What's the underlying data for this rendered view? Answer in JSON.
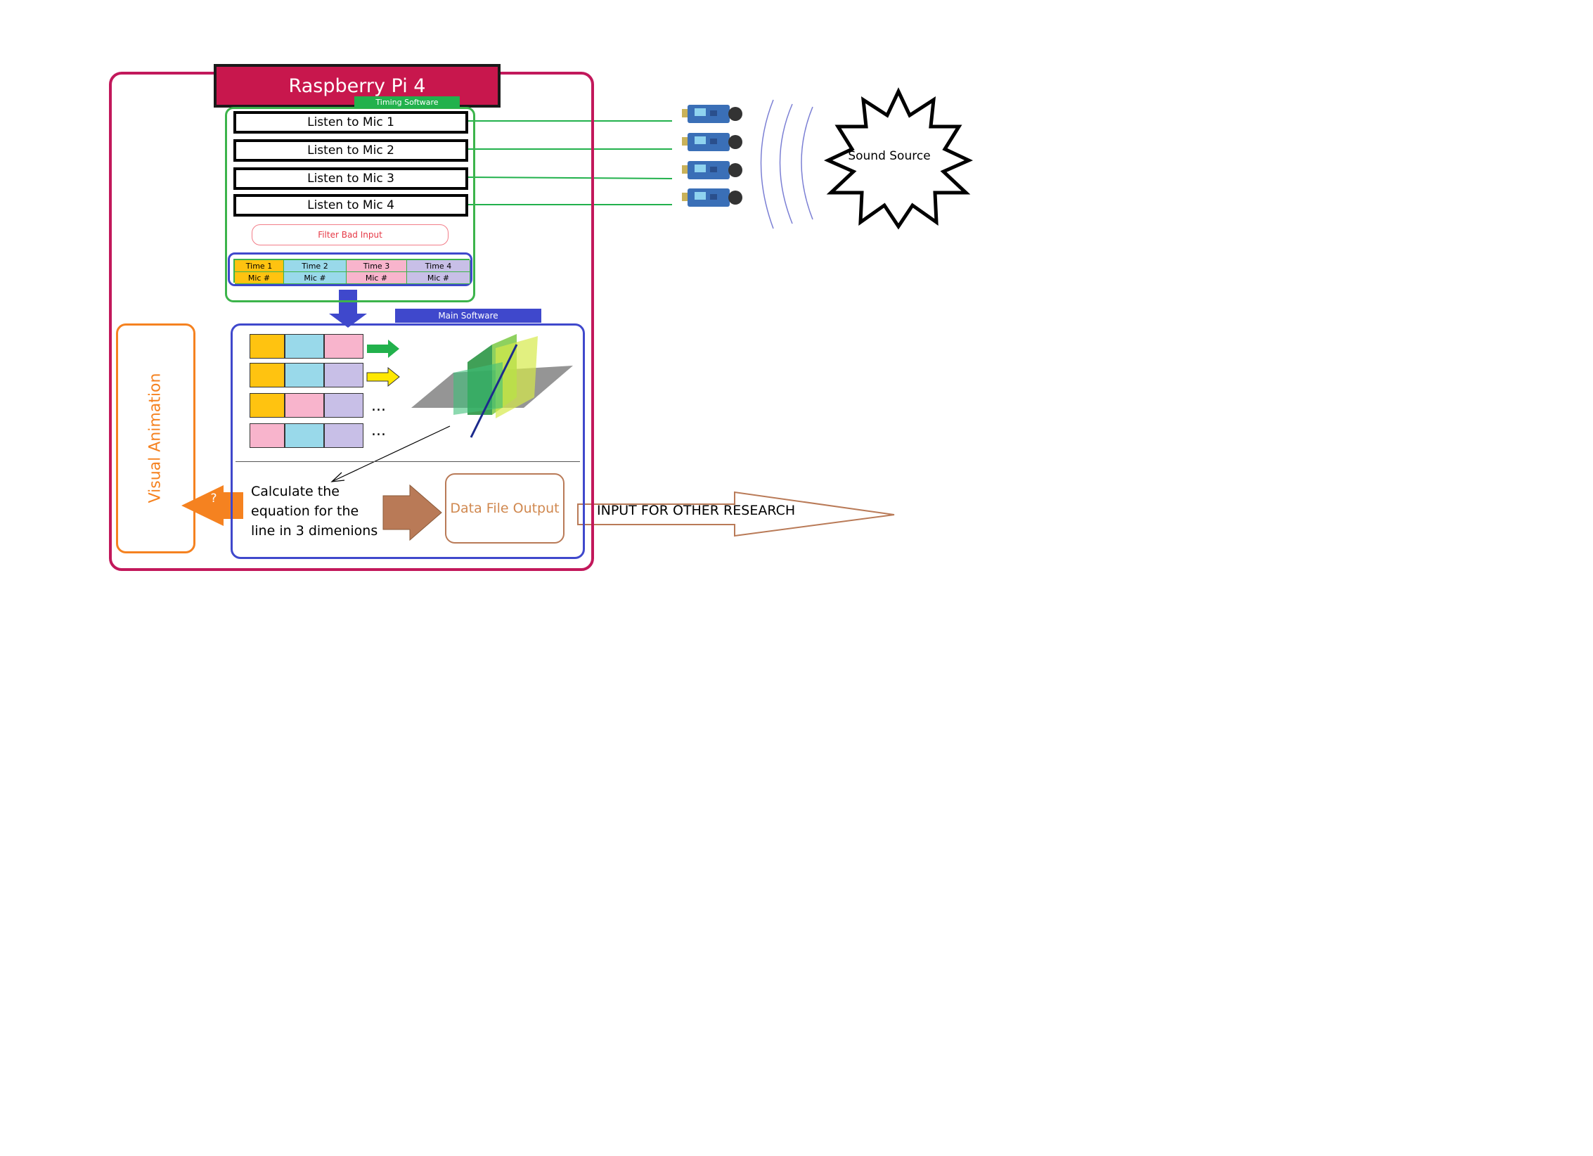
{
  "pi": {
    "title": "Raspberry Pi 4"
  },
  "timing": {
    "label": "Timing Software",
    "mics": [
      "Listen to Mic 1",
      "Listen to Mic 2",
      "Listen to Mic 3",
      "Listen to Mic 4"
    ],
    "filter": "Filter Bad Input",
    "table": {
      "times": [
        "Time 1",
        "Time 2",
        "Time 3",
        "Time 4"
      ],
      "mics": [
        "Mic #",
        "Mic #",
        "Mic #",
        "Mic #"
      ],
      "colors": [
        "#ffc310",
        "#99d9ea",
        "#f8b4cc",
        "#c8bfe7"
      ]
    }
  },
  "main": {
    "label": "Main Software",
    "ellipsis": [
      "...",
      "..."
    ],
    "calc_text": "Calculate the equation for the line in 3 dimenions",
    "data_file": "Data File Output"
  },
  "visual": {
    "label": "Visual Animation",
    "question": "?"
  },
  "output": {
    "label": "INPUT FOR OTHER RESEARCH"
  },
  "sound": {
    "label": "Sound Source"
  },
  "colors": {
    "pi": "#c2185b",
    "timing": "#3cb44b",
    "main": "#3f48cc",
    "visual": "#f58220",
    "output_arrow": "#b97a57"
  },
  "icons": [
    "microphone-module-icon",
    "sound-wave-icon",
    "sound-source-star-icon",
    "plane-intersection-graph-icon"
  ]
}
